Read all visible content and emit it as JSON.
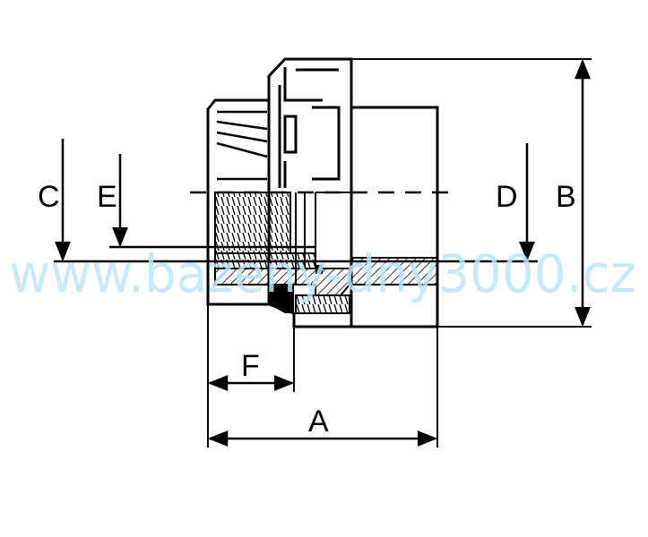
{
  "labels": {
    "a": "A",
    "b": "B",
    "c": "C",
    "d": "D",
    "e": "E",
    "f": "F"
  },
  "watermark": "www.bazeny-dny3000.cz",
  "colors": {
    "line": "#000000",
    "watermark": "#bfe6f7",
    "background": "#ffffff"
  }
}
